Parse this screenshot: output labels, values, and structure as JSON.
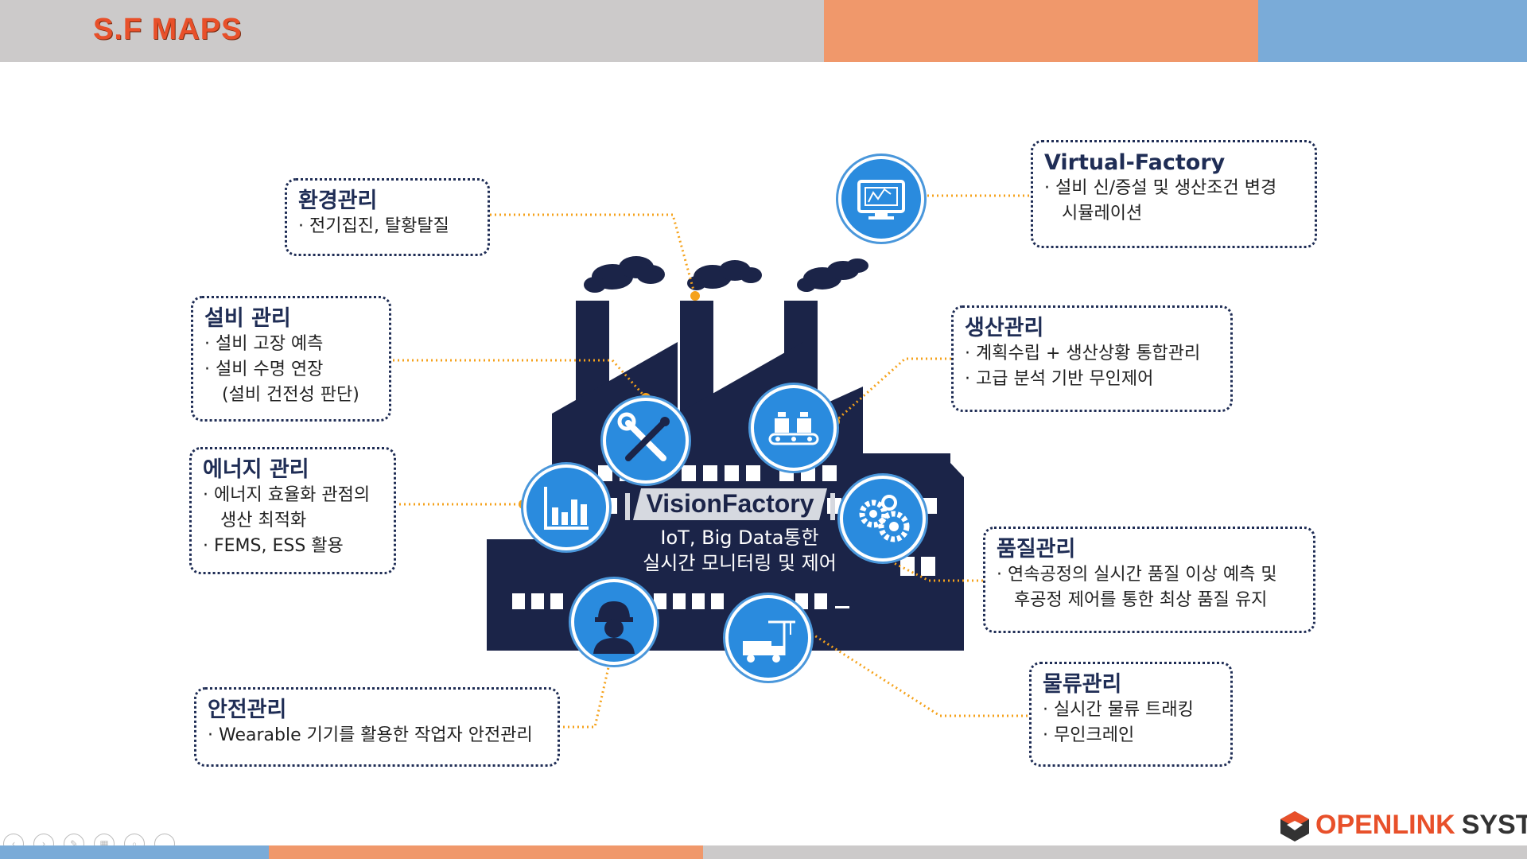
{
  "header": {
    "brand": "S.F MAPS",
    "colors": {
      "gray": "#cccaca",
      "orange": "#f0986b",
      "blue": "#7aabd8"
    }
  },
  "factory": {
    "name": "VisionFactory",
    "subtitle_line1": "IoT, Big Data통한",
    "subtitle_line2": "실시간 모니터링 및 제어",
    "color": "#1b2448"
  },
  "boxes": {
    "env": {
      "title": "환경관리",
      "items": [
        "· 전기집진, 탈황탈질"
      ]
    },
    "equip": {
      "title": "설비 관리",
      "items": [
        "· 설비 고장 예측",
        "· 설비 수명 연장",
        "(설비 건전성 판단)"
      ]
    },
    "energy": {
      "title": "에너지 관리",
      "items": [
        "· 에너지 효율화 관점의",
        "생산 최적화",
        "· FEMS, ESS 활용"
      ]
    },
    "safety": {
      "title": "안전관리",
      "items": [
        "· Wearable 기기를 활용한 작업자 안전관리"
      ]
    },
    "virtual": {
      "title": "Virtual-Factory",
      "items": [
        "· 설비 신/증설 및 생산조건 변경",
        "시뮬레이션"
      ]
    },
    "production": {
      "title": "생산관리",
      "items": [
        "· 계획수립 + 생산상황 통합관리",
        "· 고급 분석 기반 무인제어"
      ]
    },
    "quality": {
      "title": "품질관리",
      "items": [
        "· 연속공정의 실시간 품질 이상 예측 및",
        "후공정 제어를 통한 최상 품질 유지"
      ]
    },
    "logistics": {
      "title": "물류관리",
      "items": [
        "· 실시간 물류 트래킹",
        "· 무인크레인"
      ]
    }
  },
  "icons": [
    "monitor-icon",
    "wrench-screwdriver-icon",
    "conveyor-icon",
    "bar-chart-icon",
    "gears-icon",
    "worker-icon",
    "crane-truck-icon"
  ],
  "footer": {
    "logo_part1": "OPENLINK",
    "logo_part2": "SYSTEM",
    "colors": {
      "blue": "#7aabd8",
      "orange": "#f0986b",
      "gray": "#cccaca",
      "logo_orange": "#e8502a",
      "logo_dark": "#333333"
    }
  }
}
